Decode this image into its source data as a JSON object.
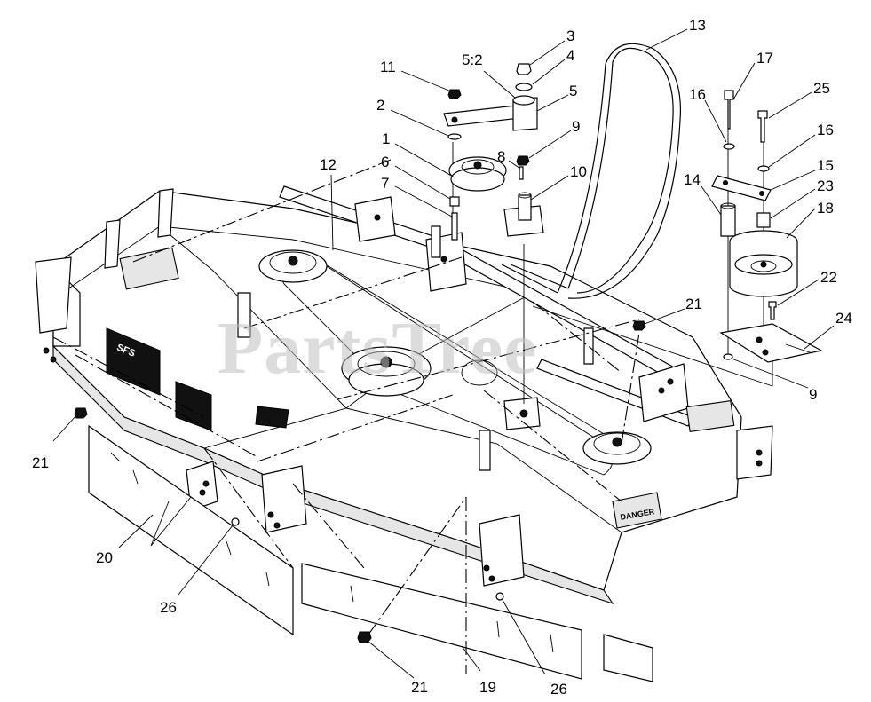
{
  "watermark": "PartsTree",
  "deck_labels": {
    "model_decal": "SFS",
    "danger_decal": "DANGER"
  },
  "callouts": [
    {
      "id": "c1",
      "text": "1"
    },
    {
      "id": "c2",
      "text": "2"
    },
    {
      "id": "c3",
      "text": "3"
    },
    {
      "id": "c4",
      "text": "4"
    },
    {
      "id": "c5_2",
      "text": "5:2"
    },
    {
      "id": "c5",
      "text": "5"
    },
    {
      "id": "c6",
      "text": "6"
    },
    {
      "id": "c7",
      "text": "7"
    },
    {
      "id": "c8",
      "text": "8"
    },
    {
      "id": "c9a",
      "text": "9"
    },
    {
      "id": "c9b",
      "text": "9"
    },
    {
      "id": "c10",
      "text": "10"
    },
    {
      "id": "c11",
      "text": "11"
    },
    {
      "id": "c12",
      "text": "12"
    },
    {
      "id": "c13",
      "text": "13"
    },
    {
      "id": "c14",
      "text": "14"
    },
    {
      "id": "c15",
      "text": "15"
    },
    {
      "id": "c16a",
      "text": "16"
    },
    {
      "id": "c16b",
      "text": "16"
    },
    {
      "id": "c17",
      "text": "17"
    },
    {
      "id": "c18",
      "text": "18"
    },
    {
      "id": "c19",
      "text": "19"
    },
    {
      "id": "c20",
      "text": "20"
    },
    {
      "id": "c21a",
      "text": "21"
    },
    {
      "id": "c21b",
      "text": "21"
    },
    {
      "id": "c21c",
      "text": "21"
    },
    {
      "id": "c22",
      "text": "22"
    },
    {
      "id": "c23",
      "text": "23"
    },
    {
      "id": "c24",
      "text": "24"
    },
    {
      "id": "c25",
      "text": "25"
    },
    {
      "id": "c26a",
      "text": "26"
    },
    {
      "id": "c26b",
      "text": "26"
    }
  ]
}
